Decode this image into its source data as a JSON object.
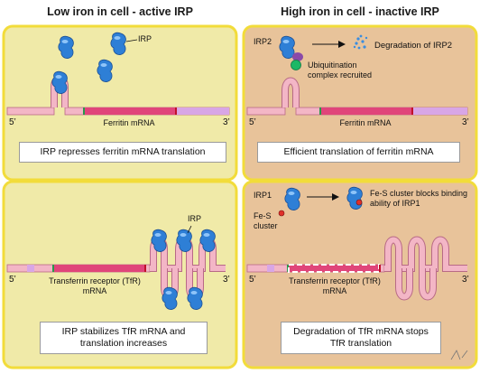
{
  "titles": {
    "left": "Low iron in cell - active IRP",
    "right": "High iron in cell - inactive IRP"
  },
  "ends": {
    "five": "5’",
    "three": "3’"
  },
  "panel_tl": {
    "irp_label": "IRP",
    "mrna_label": "Ferritin mRNA",
    "caption": "IRP represses ferritin mRNA translation"
  },
  "panel_tr": {
    "irp2_label": "IRP2",
    "degradation_label": "Degradation of IRP2",
    "ubiquitination_label": "Ubiquitination complex recruited",
    "mrna_label": "Ferritin mRNA",
    "caption": "Efficient translation of ferritin mRNA"
  },
  "panel_bl": {
    "irp_label": "IRP",
    "mrna_label": "Transferrin receptor (TfR) mRNA",
    "caption": "IRP stabilizes TfR mRNA and translation increases"
  },
  "panel_br": {
    "irp1_label": "IRP1",
    "fes_label": "Fe-S cluster",
    "blocks_label": "Fe-S cluster blocks binding ability of IRP1",
    "mrna_label": "Transferrin receptor (TfR) mRNA",
    "caption": "Degradation of TfR mRNA stops TfR translation"
  },
  "colors": {
    "low_iron_bg": "#f0eaa8",
    "high_iron_bg": "#e8c39a",
    "panel_border": "#f2dc3a",
    "mrna": "#f3b6c6",
    "coding_region": "#e0457a",
    "irp_protein": "#2e7fd6",
    "ubiquitin": "#1bb866"
  },
  "icons": [
    "irp-protein-icon",
    "ubiquitin-complex-icon",
    "fe-s-cluster-icon",
    "arrow-icon",
    "degraded-fragments-icon"
  ]
}
